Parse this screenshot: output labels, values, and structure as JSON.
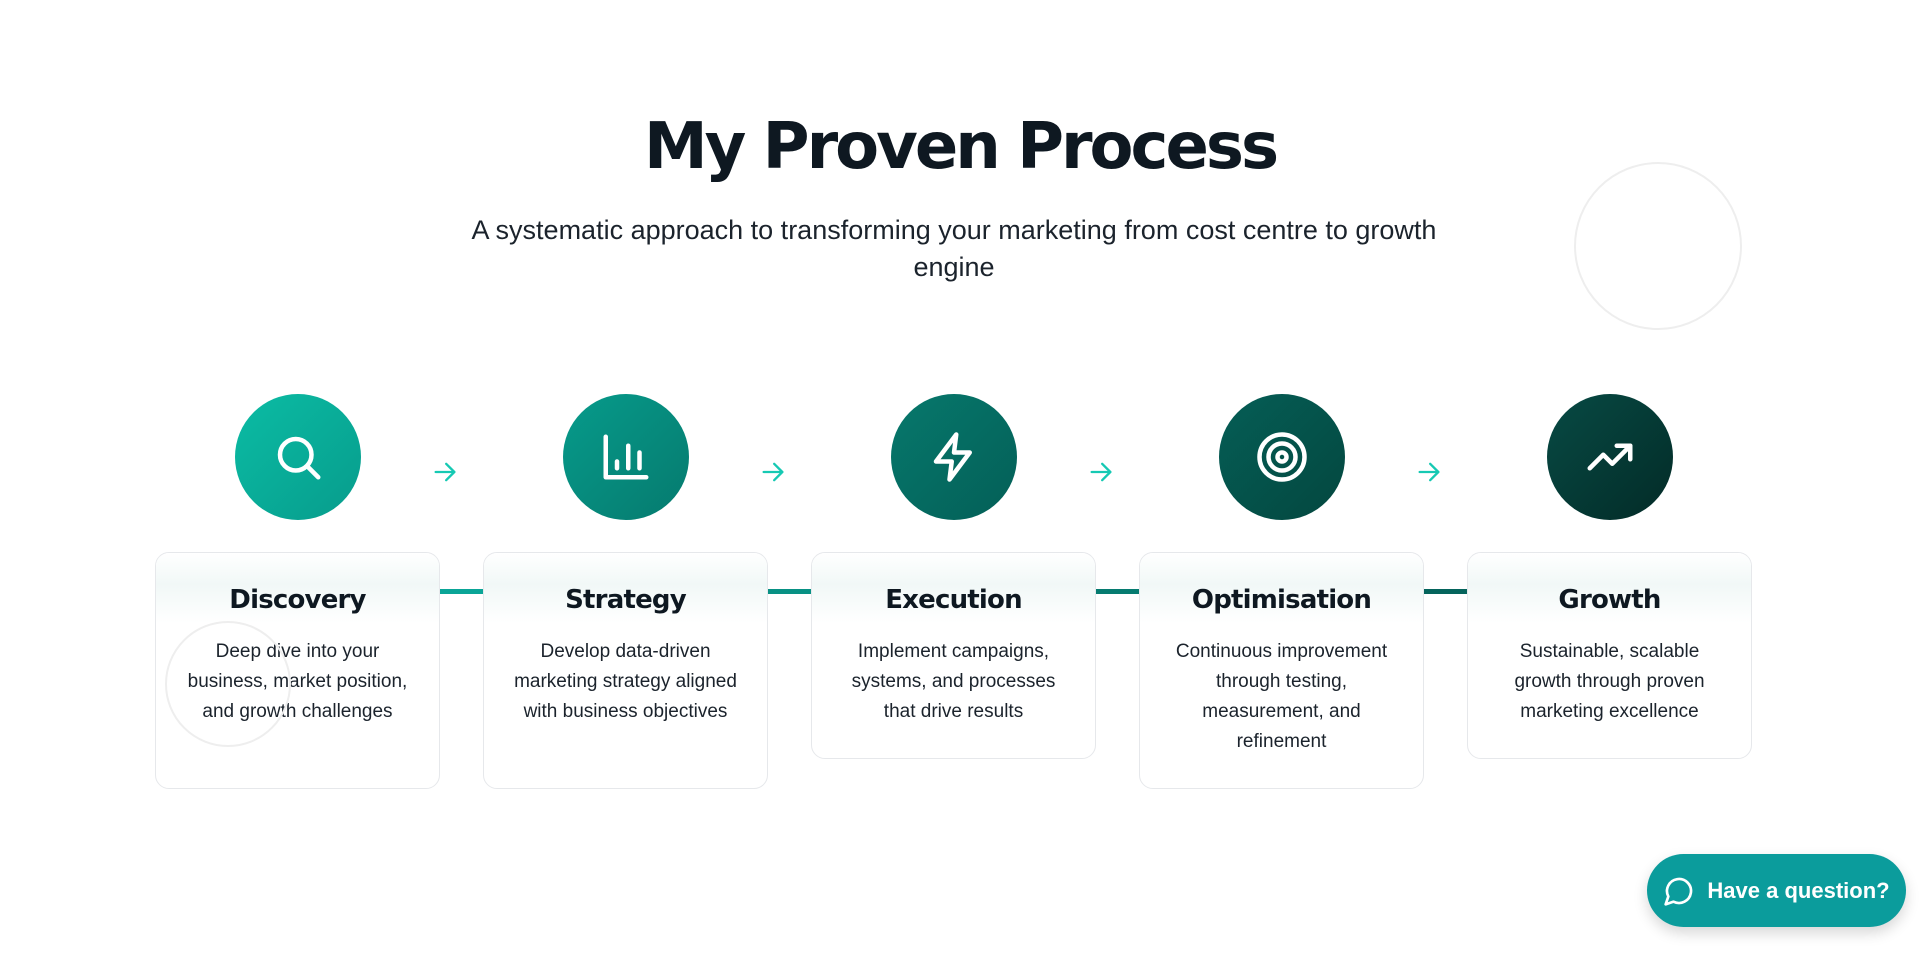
{
  "header": {
    "title": "My Proven Process",
    "subtitle": "A systematic approach to transforming your marketing from cost centre to growth engine"
  },
  "steps": [
    {
      "title": "Discovery",
      "description": "Deep dive into your business, market position, and growth challenges",
      "icon": "search-icon",
      "color_from": "#0bbca4",
      "color_to": "#079c8c"
    },
    {
      "title": "Strategy",
      "description": "Develop data-driven marketing strategy aligned with business objectives",
      "icon": "bar-chart-icon",
      "color_from": "#079b8b",
      "color_to": "#057a6e"
    },
    {
      "title": "Execution",
      "description": "Implement campaigns, systems, and processes that drive results",
      "icon": "lightning-icon",
      "color_from": "#06786c",
      "color_to": "#045f57"
    },
    {
      "title": "Optimisation",
      "description": "Continuous improvement through testing, measurement, and refinement",
      "icon": "target-icon",
      "color_from": "#055e56",
      "color_to": "#04473f"
    },
    {
      "title": "Growth",
      "description": "Sustainable, scalable growth through proven marketing excellence",
      "icon": "trending-up-icon",
      "color_from": "#074a44",
      "color_to": "#032b27"
    }
  ],
  "arrows": {
    "color": "#16c9b3"
  },
  "connectors": [
    "#0aa597",
    "#089184",
    "#067b70",
    "#05645c"
  ],
  "chat_button": {
    "label": "Have a question?",
    "icon": "chat-bubble-icon",
    "color": "#0b9c9c"
  }
}
